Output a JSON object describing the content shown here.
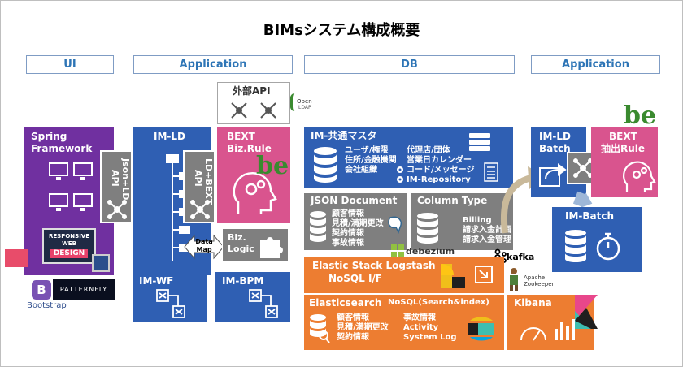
{
  "title": "BIMsシステム構成概要",
  "headers": {
    "ui": "UI",
    "application_left": "Application",
    "db": "DB",
    "application_right": "Application"
  },
  "spring": {
    "label1": "Spring",
    "label2": "Framework",
    "responsive1": "RESPONSIVE WEB",
    "responsive2": "DESIGN"
  },
  "bootstrap": {
    "label": "Bootstrap",
    "logo_letter": "B"
  },
  "patternfly": {
    "label": "PATTERNFLY"
  },
  "imld": {
    "label": "IM-LD",
    "api1": "Json+LD API",
    "api2": "LD+BEXT API"
  },
  "bext_rule": {
    "label1": "BEXT",
    "label2": "Biz.Rule"
  },
  "external_api": {
    "label": "外部API"
  },
  "openldap": {
    "label1": "Open",
    "label2": "LDAP"
  },
  "biz_logic": {
    "label1": "Biz.",
    "label2": "Logic"
  },
  "data_map": {
    "label1": "Data",
    "label2": "Map"
  },
  "imwf": {
    "label": "IM-WF"
  },
  "imbpm": {
    "label": "IM-BPM"
  },
  "im_master": {
    "label": "IM-共通マスタ",
    "col1": [
      "ユーザ/権限",
      "住所/金融機関",
      "会社組織"
    ],
    "col2": [
      "代理店/団体",
      "営業日カレンダー",
      "コード/メッセージ",
      "IM-Repository"
    ]
  },
  "json_doc": {
    "label": "JSON Document",
    "items": [
      "顧客情報",
      "見積/満期更改",
      "契約情報",
      "事故情報"
    ]
  },
  "column_type": {
    "label": "Column Type",
    "items": [
      "Billing",
      "請求入金計画",
      "請求入金管理"
    ]
  },
  "debezium": {
    "label": "debezium"
  },
  "kafka": {
    "label": "kafka"
  },
  "zookeeper": {
    "label1": "Apache",
    "label2": "Zookeeper"
  },
  "elastic_stack": {
    "label1": "Elastic Stack Logstash",
    "label2": "NoSQL I/F"
  },
  "elasticsearch": {
    "label": "Elasticsearch",
    "sub": "NoSQL(Search&index)",
    "col1": [
      "顧客情報",
      "見積/満期更改",
      "契約情報"
    ],
    "col2": [
      "事故情報",
      "Activity",
      "System Log"
    ]
  },
  "kibana": {
    "label": "Kibana"
  },
  "imld_batch": {
    "label1": "IM-LD",
    "label2": "Batch"
  },
  "bext_extract": {
    "label1": "BEXT",
    "label2": "抽出Rule"
  },
  "im_batch": {
    "label": "IM-Batch"
  },
  "be_logo": {
    "text": "be"
  },
  "colors": {
    "purple": "#7030a0",
    "blue": "#2f5fb3",
    "pink": "#d9548e",
    "grey": "#7f7f7f",
    "orange": "#ed7d31",
    "header_text": "#2e75b6"
  }
}
